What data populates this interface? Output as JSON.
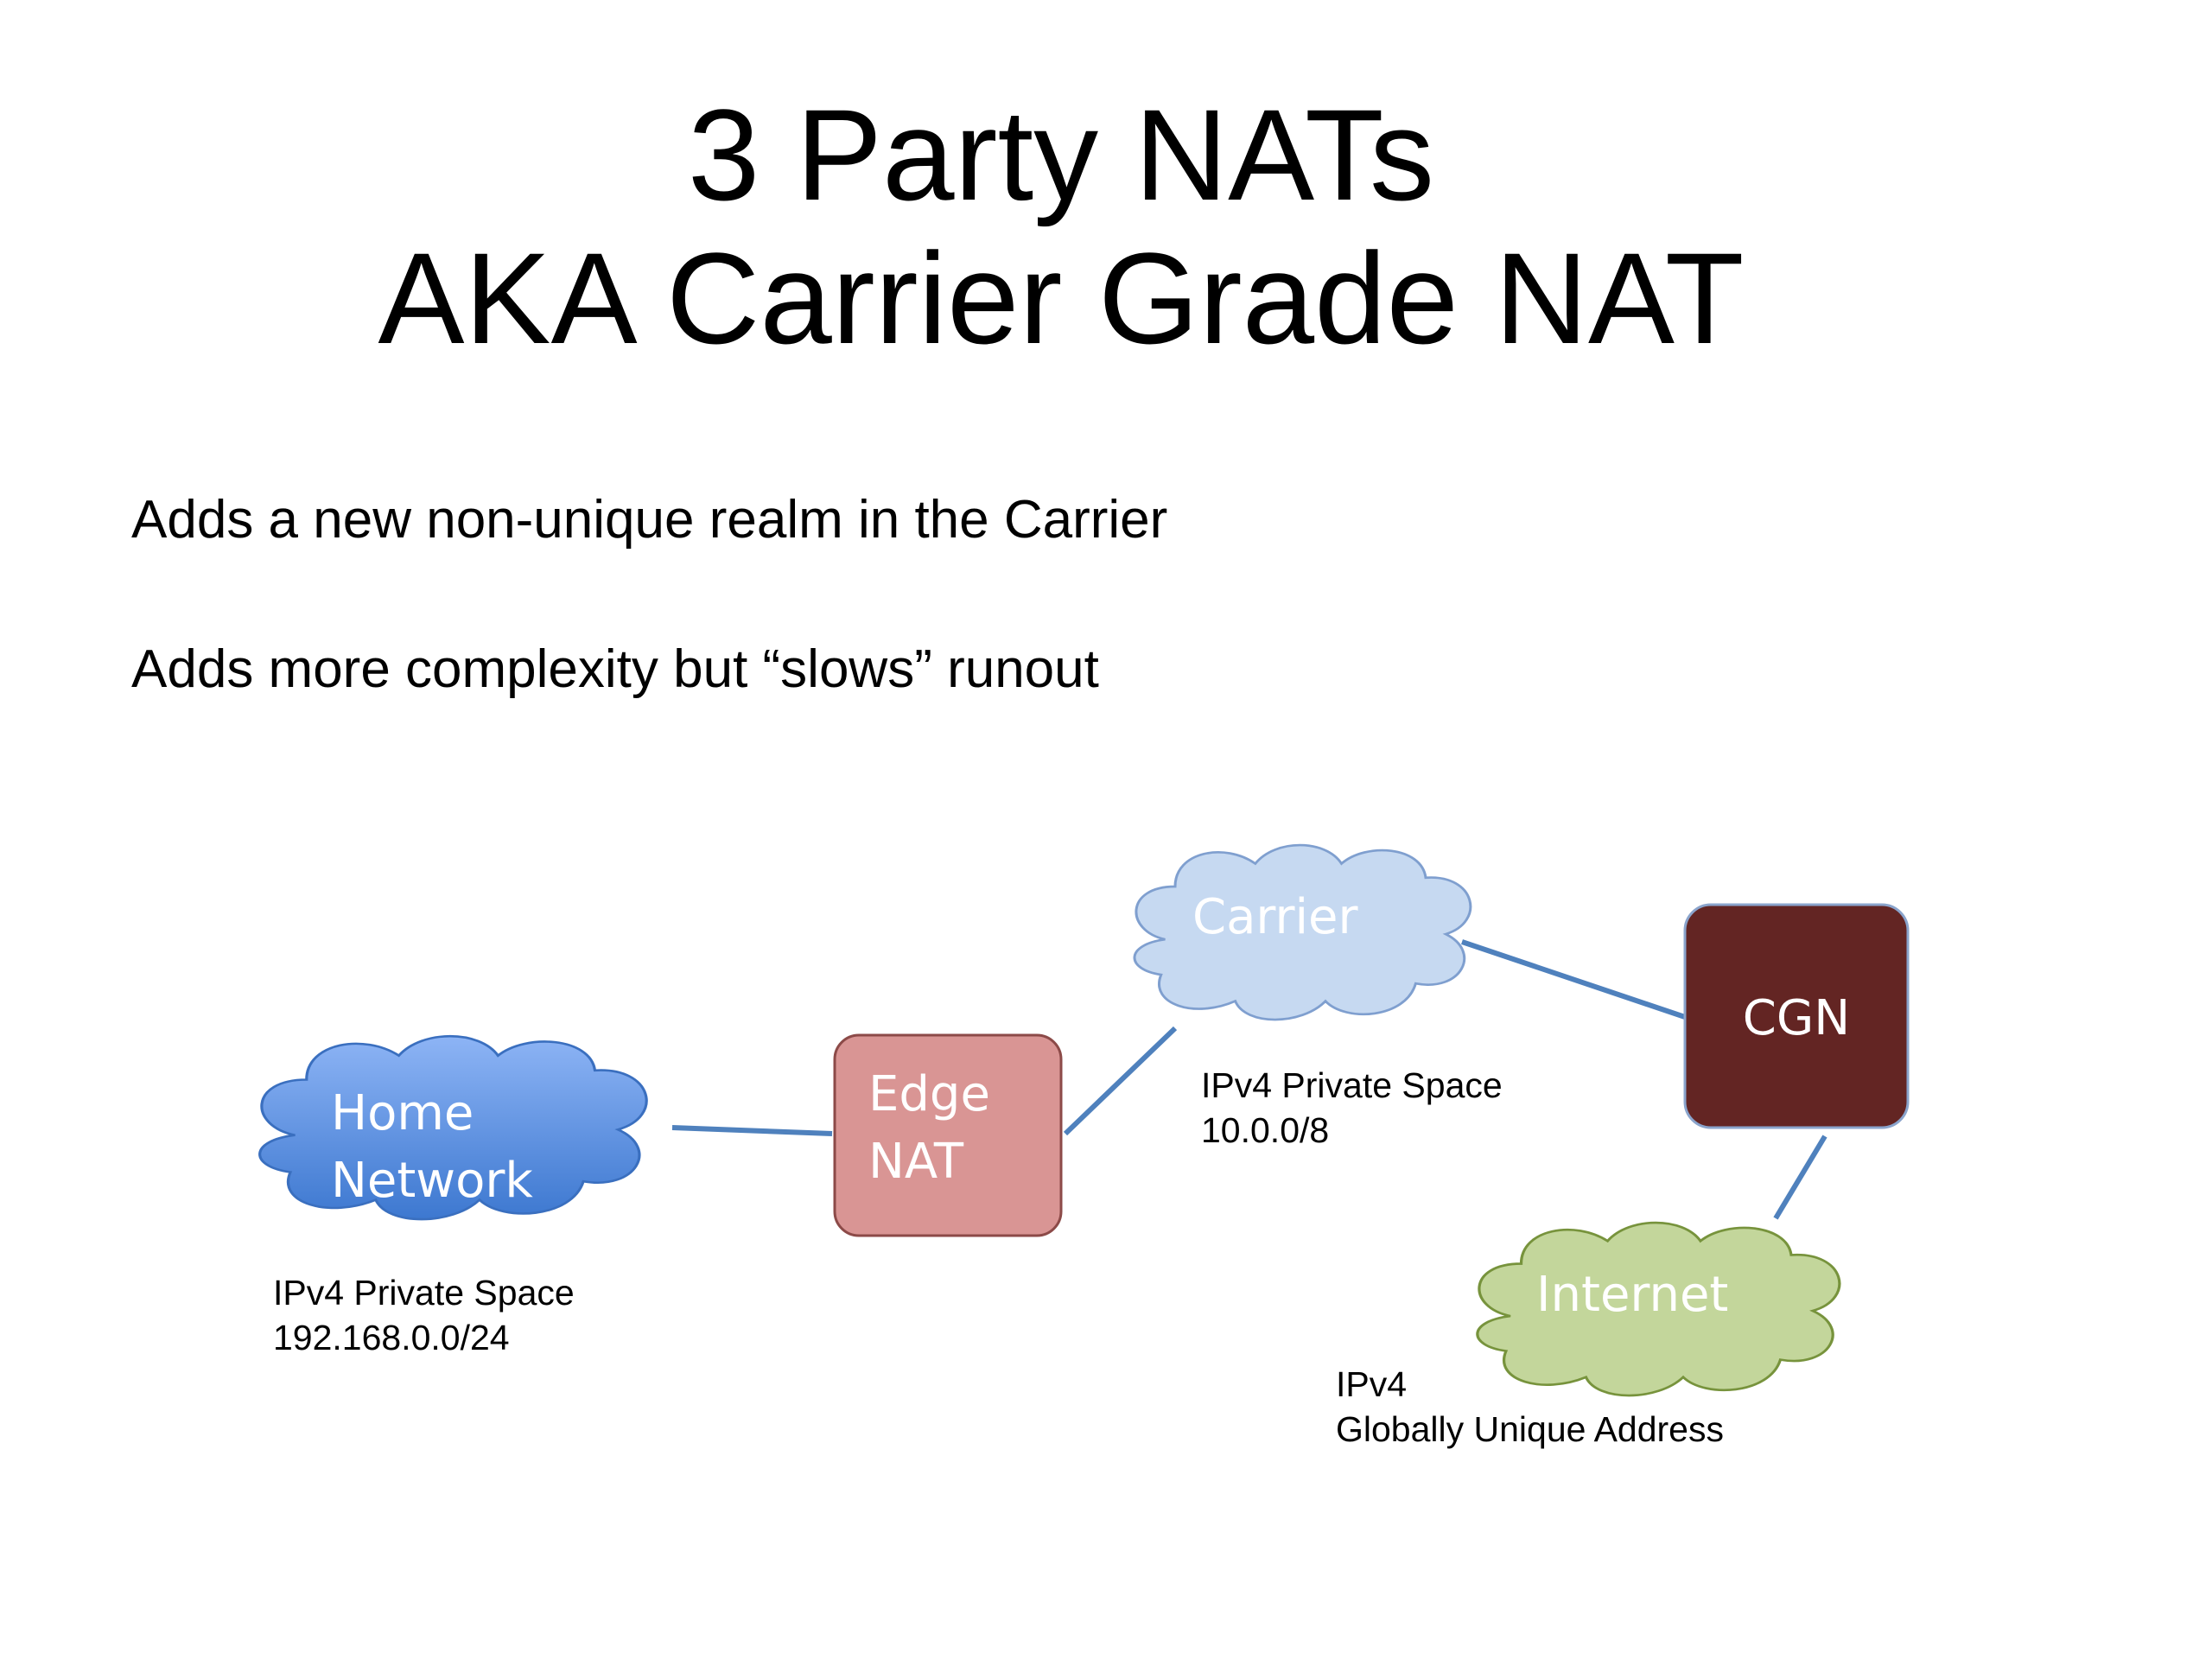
{
  "slide": {
    "title_line1": "3 Party NATs",
    "title_line2": "AKA Carrier Grade NAT",
    "bullets": [
      "Adds a new non-unique realm in the Carrier",
      "Adds more complexity but “slows” runout"
    ]
  },
  "diagram": {
    "nodes": {
      "home_network": {
        "line1": "Home",
        "line2": "Network",
        "color": "#4a86d8"
      },
      "edge_nat": {
        "line1": "Edge",
        "line2": "NAT",
        "color": "#d99594"
      },
      "carrier": {
        "label": "Carrier",
        "color": "#c6d9f1"
      },
      "cgn": {
        "label": "CGN",
        "color": "#632523"
      },
      "internet": {
        "label": "Internet",
        "color": "#c3d69b"
      }
    },
    "captions": {
      "home": {
        "line1": "IPv4 Private Space",
        "line2": "192.168.0.0/24"
      },
      "carrier": {
        "line1": "IPv4 Private Space",
        "line2": "10.0.0/8"
      },
      "internet": {
        "line1": "IPv4",
        "line2": "Globally Unique Address"
      }
    },
    "link_color": "#4f81bd"
  }
}
